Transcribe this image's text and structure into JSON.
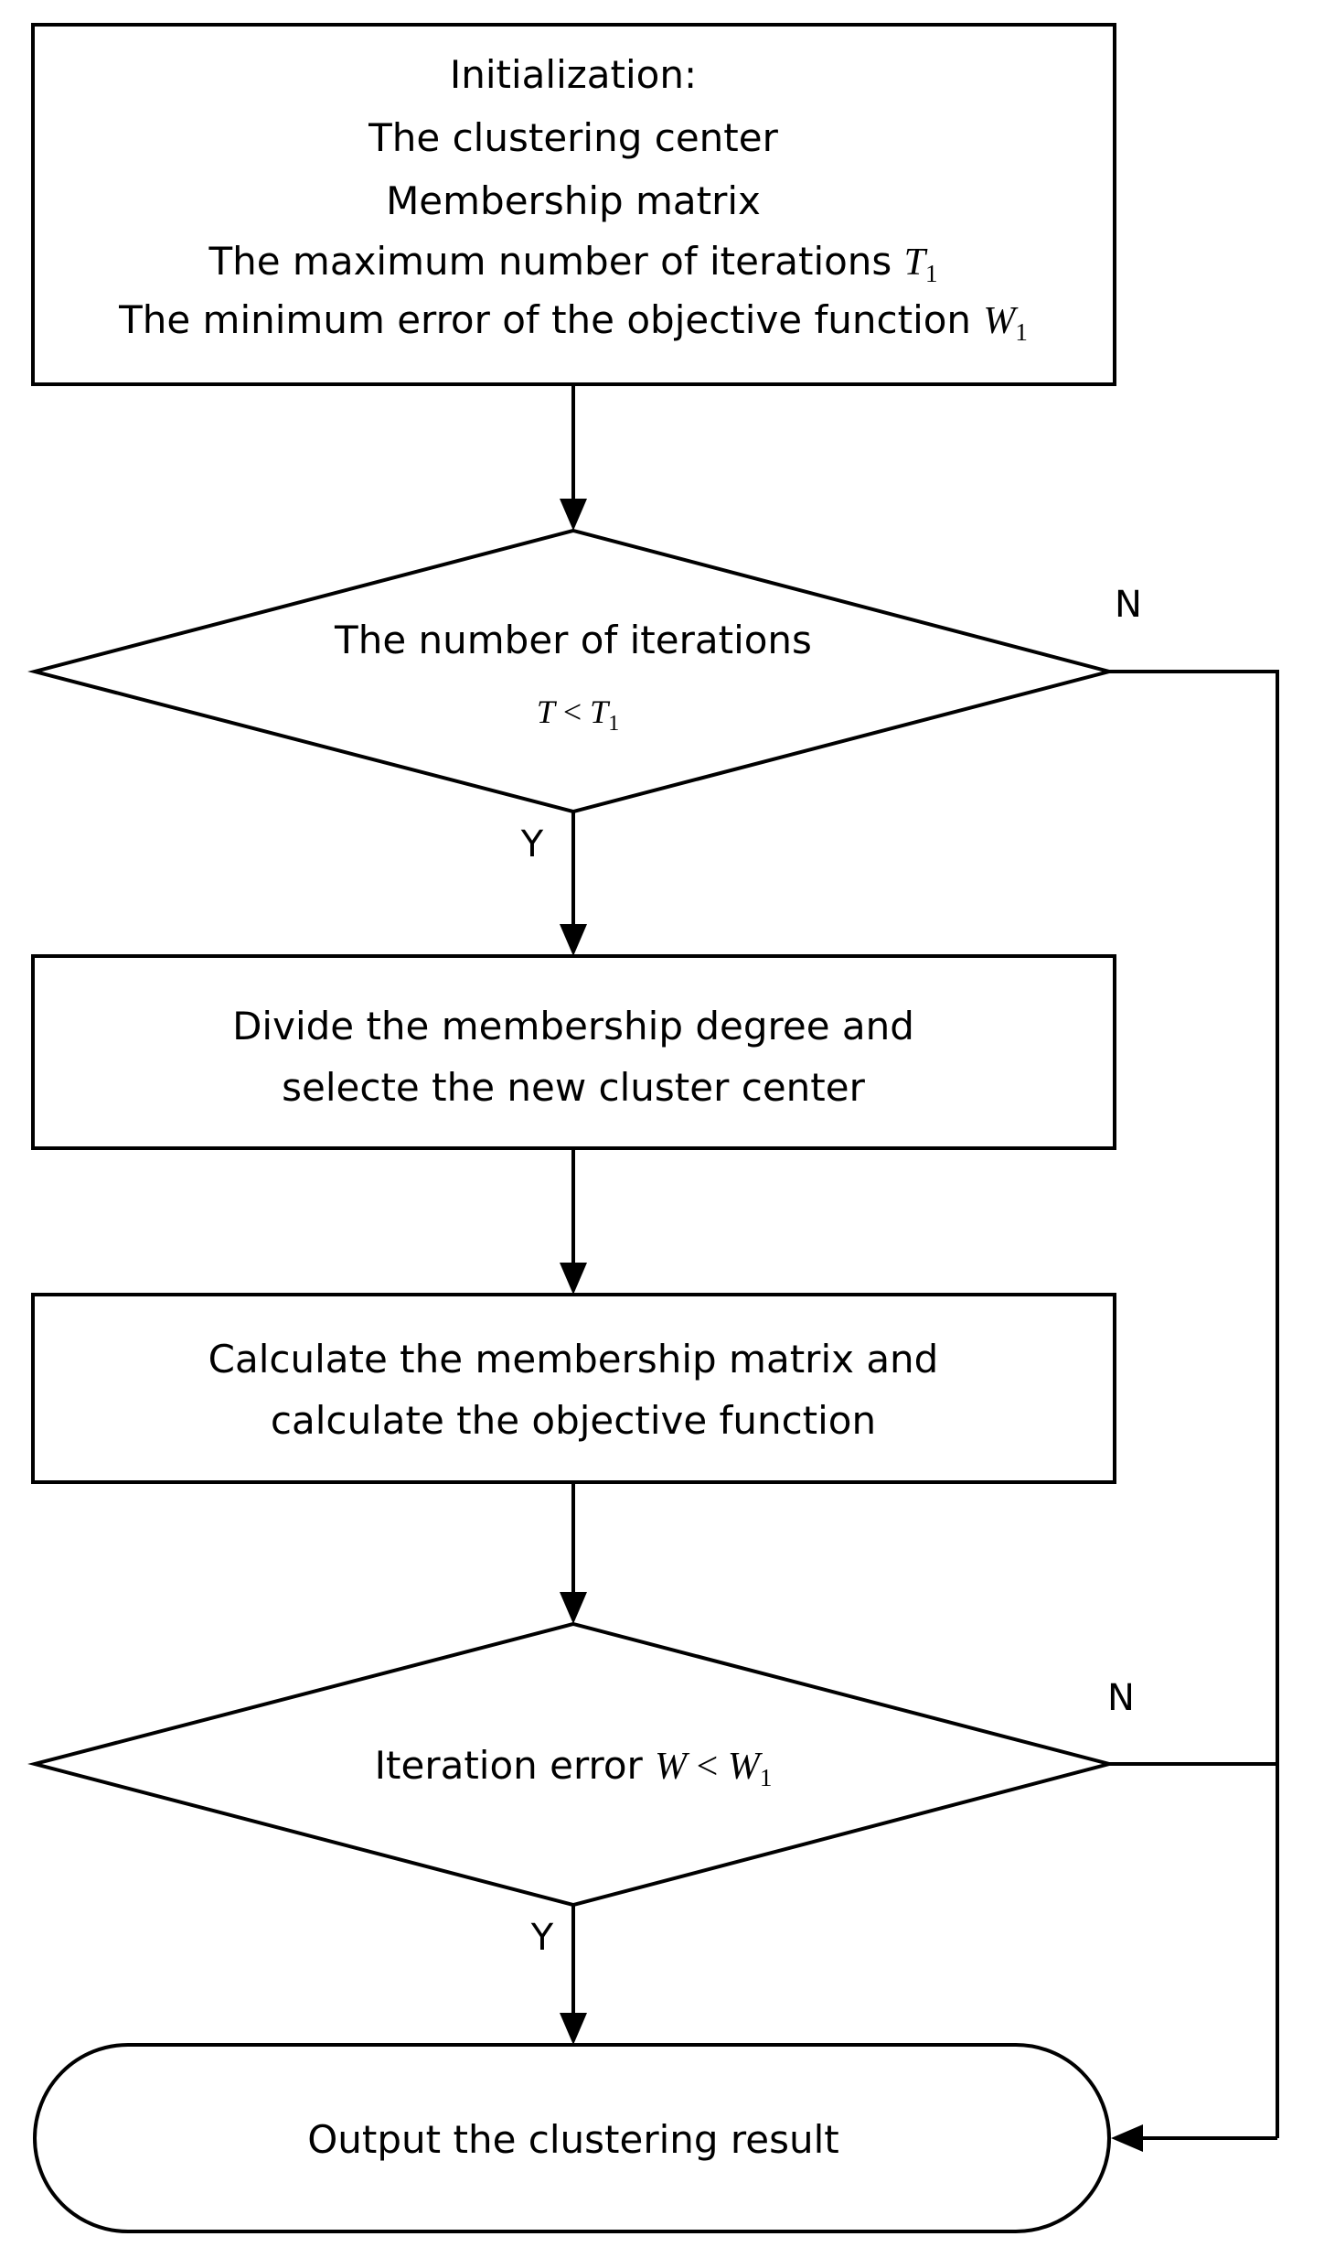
{
  "init_box": {
    "line1": "Initialization:",
    "line2": "The clustering center",
    "line3": "Membership matrix",
    "line4_text": "The maximum number of iterations ",
    "line4_var": "T",
    "line4_sub": "1",
    "line5_text": "The minimum error of the objective function ",
    "line5_var": "W",
    "line5_sub": "1"
  },
  "decision_iterations": {
    "line1": "The number of iterations",
    "cond_var": "T",
    "cond_op": " < ",
    "cond_var2": "T",
    "cond_sub": "1",
    "yes_label": "Y",
    "no_label": "N"
  },
  "divide_box": {
    "line1": "Divide the membership degree  and",
    "line2": "selecte the new cluster center"
  },
  "calculate_box": {
    "line1": "Calculate the membership matrix and",
    "line2": "calculate the objective function"
  },
  "decision_error": {
    "text": "Iteration error ",
    "cond_var": "W",
    "cond_op": " < ",
    "cond_var2": "W",
    "cond_sub": "1",
    "yes_label": "Y",
    "no_label": "N"
  },
  "output_terminal": {
    "text": "Output the clustering result"
  }
}
